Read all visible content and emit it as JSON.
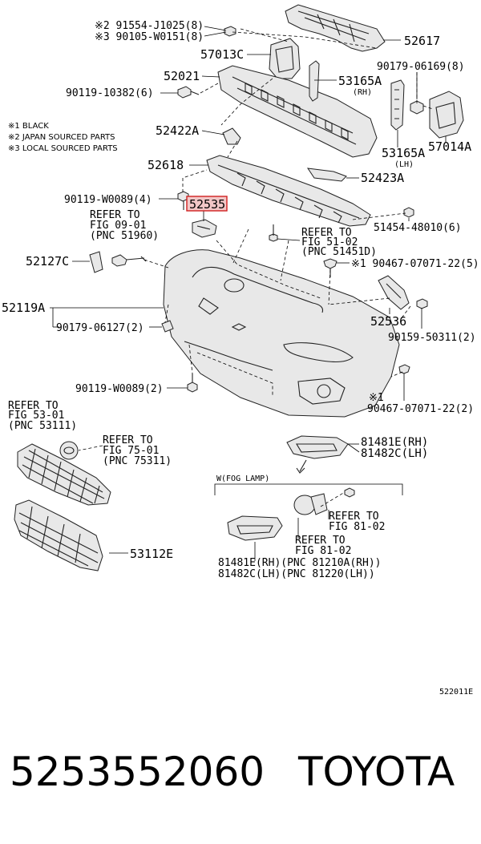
{
  "labels": {
    "p91554": "※2 91554-J1025(8)",
    "p90105": "※3 90105-W0151(8)",
    "p52617": "52617",
    "p57013C": "57013C",
    "p90179_06169": "90179-06169(8)",
    "p52021": "52021",
    "p53165A_rh": "53165A",
    "rh": "(RH)",
    "p90119_10382": "90119-10382(6)",
    "p52422A": "52422A",
    "p53165A_lh": "53165A",
    "p57014A": "57014A",
    "lh": "(LH)",
    "p52618": "52618",
    "p52423A": "52423A",
    "p90119_W0089_4": "90119-W0089(4)",
    "p52535": "52535",
    "p51454": "51454-48010(6)",
    "ref_0901_a": "REFER TO",
    "ref_0901_b": "FIG 09-01",
    "ref_0901_c": "(PNC 51960)",
    "ref_5102_a": "REFER TO",
    "ref_5102_b": "FIG 51-02",
    "ref_5102_c": "(PNC 51451D)",
    "p52127C": "52127C",
    "p90467_5": "※1 90467-07071-22(5)",
    "p52119A": "52119A",
    "p52536": "52536",
    "p90179_06127": "90179-06127(2)",
    "p90159": "90159-50311(2)",
    "p90119_W0089_2": "90119-W0089(2)",
    "p90467_2_star": "※1",
    "p90467_2": "90467-07071-22(2)",
    "ref_5301_a": "REFER TO",
    "ref_5301_b": "FIG 53-01",
    "ref_5301_c": "(PNC 53111)",
    "ref_7501_a": "REFER TO",
    "ref_7501_b": "FIG 75-01",
    "ref_7501_c": "(PNC 75311)",
    "p81481E_rh": "81481E(RH)",
    "p81482C_lh": "81482C(LH)",
    "fog_lamp": "W(FOG LAMP)",
    "ref_8102a_a": "REFER TO",
    "ref_8102a_b": "FIG 81-02",
    "ref_8102b_a": "REFER TO",
    "ref_8102b_b": "FIG 81-02",
    "p81481E_rh2": "81481E(RH)(PNC 81210A(RH))",
    "p81482C_lh2": "81482C(LH)(PNC 81220(LH))",
    "p53112E": "53112E",
    "diagram_code": "522011E"
  },
  "notes": {
    "n1": "※1 BLACK",
    "n2": "※2 JAPAN SOURCED PARTS",
    "n3": "※3 LOCAL SOURCED PARTS"
  },
  "footer": {
    "part_number": "5253552060",
    "brand": "TOYOTA"
  },
  "colors": {
    "highlight_fill": "#f2c7c7",
    "highlight_stroke": "#d02020"
  }
}
